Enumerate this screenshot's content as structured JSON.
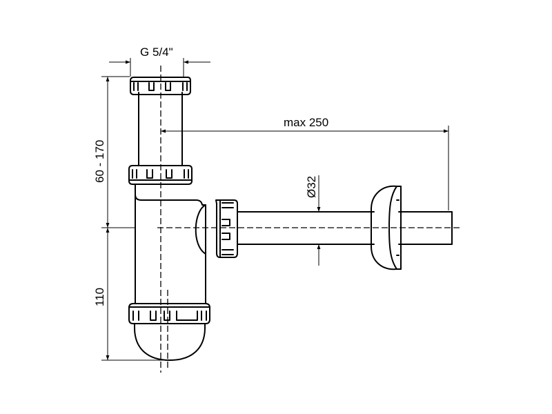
{
  "dimensions": {
    "thread": "G 5/4\"",
    "reach": "max 250",
    "diameter": "Ø32",
    "adjust_height": "60 - 170",
    "lower_height": "110"
  },
  "colors": {
    "line": "#000000",
    "background": "#ffffff"
  }
}
